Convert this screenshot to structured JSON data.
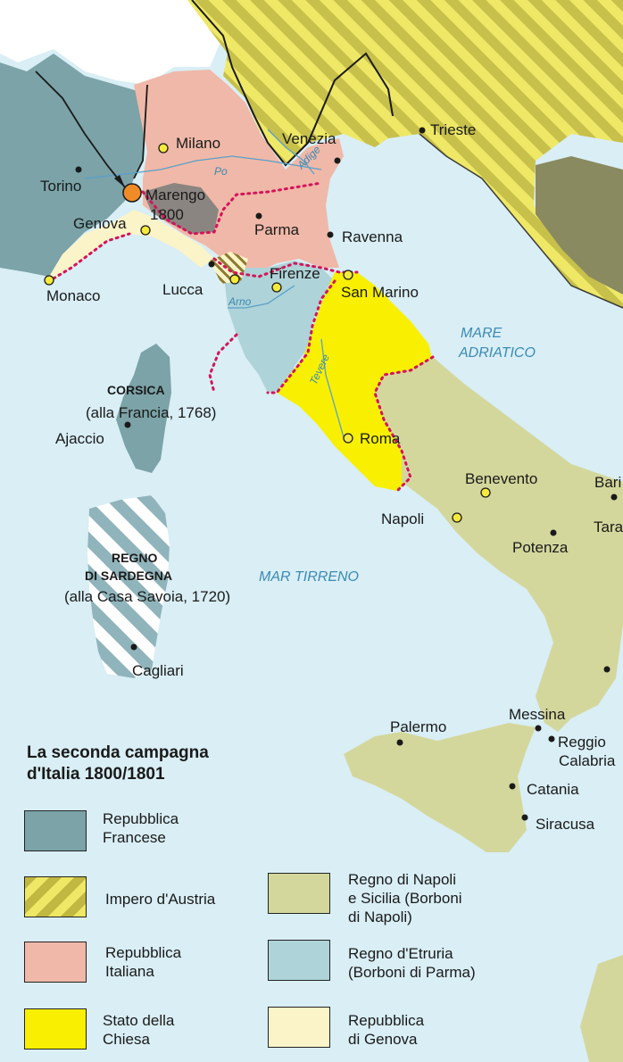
{
  "places": {
    "milano": "Milano",
    "venezia": "Venezia",
    "trieste": "Trieste",
    "torino": "Torino",
    "marengo": "Marengo",
    "marengo_year": "1800",
    "genova": "Genova",
    "parma": "Parma",
    "ravenna": "Ravenna",
    "monaco": "Monaco",
    "lucca": "Lucca",
    "firenze": "Firenze",
    "san_marino": "San Marino",
    "roma": "Roma",
    "ajaccio": "Ajaccio",
    "benevento": "Benevento",
    "bari": "Bari",
    "napoli": "Napoli",
    "taranto": "Tara",
    "potenza": "Potenza",
    "cagliari": "Cagliari",
    "palermo": "Palermo",
    "messina": "Messina",
    "reggio": "Reggio",
    "calabria": "Calabria",
    "catania": "Catania",
    "siracusa": "Siracusa"
  },
  "regions": {
    "corsica": "CORSICA",
    "corsica_note": "(alla Francia, 1768)",
    "sardegna_1": "REGNO",
    "sardegna_2": "DI SARDEGNA",
    "sardegna_note": "(alla Casa Savoia, 1720)"
  },
  "seas": {
    "adriatico_1": "MARE",
    "adriatico_2": "ADRIATICO",
    "tirreno": "MAR TIRRENO"
  },
  "rivers": {
    "po": "Po",
    "adige": "Adige",
    "arno": "Arno",
    "tevere": "Tevere"
  },
  "legend": {
    "title_1": "La seconda campagna",
    "title_2": "d'Italia 1800/1801",
    "items": [
      {
        "line1": "Repubblica",
        "line2": "Francese",
        "line3": "",
        "color": "#7ba3a8"
      },
      {
        "line1": "Impero d'Austria",
        "line2": "",
        "line3": "",
        "color": "#eee866",
        "stripe": "#c0b840"
      },
      {
        "line1": "Repubblica",
        "line2": "Italiana",
        "line3": "",
        "color": "#f0b8a8"
      },
      {
        "line1": "Stato della",
        "line2": "Chiesa",
        "line3": "",
        "color": "#f8f000"
      },
      {
        "line1": "Regno di Napoli",
        "line2": "e Sicilia (Borboni",
        "line3": "di Napoli)",
        "color": "#d4d79c"
      },
      {
        "line1": "Regno d'Etruria",
        "line2": "(Borboni di Parma)",
        "line3": "",
        "color": "#aed3d8"
      },
      {
        "line1": "Repubblica",
        "line2": "di Genova",
        "line3": "",
        "color": "#fbf4c8"
      }
    ]
  },
  "colors": {
    "sea": "#d9eef5",
    "francese": "#7ba3a8",
    "austria": "#eee866",
    "austria_stripe": "#c0b840",
    "italiana": "#f0b8a8",
    "chiesa": "#f8f000",
    "napoli": "#d4d79c",
    "etruria": "#aed3d8",
    "genova": "#fbf4c8",
    "border_dot": "#d4145a",
    "city_yellow": "#f5ea3c",
    "battle": "#f08c28"
  }
}
